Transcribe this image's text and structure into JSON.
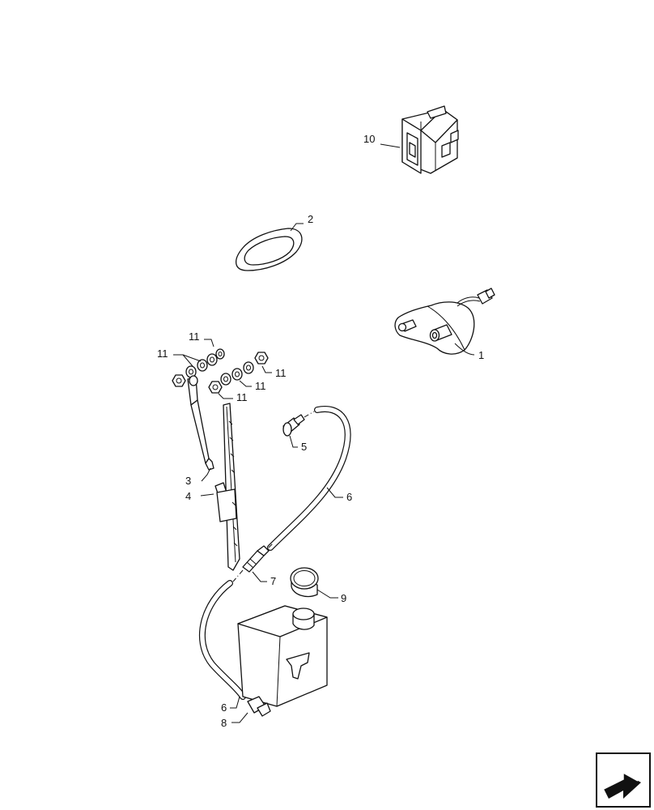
{
  "diagram": {
    "callouts": {
      "c1": "1",
      "c2": "2",
      "c3": "3",
      "c4": "4",
      "c5": "5",
      "c6a": "6",
      "c6b": "6",
      "c7": "7",
      "c8": "8",
      "c9": "9",
      "c10": "10",
      "c11a": "11",
      "c11b": "11",
      "c11c": "11",
      "c11d": "11",
      "c11e": "11"
    },
    "icons": {
      "nav": "next-page-arrow-icon"
    }
  }
}
